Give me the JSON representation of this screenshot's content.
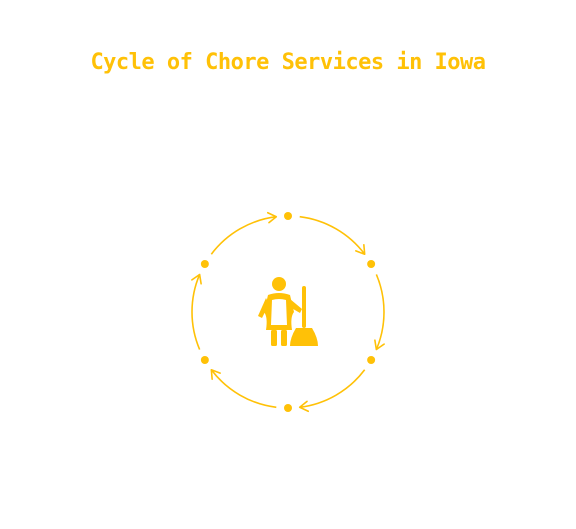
{
  "title": "Cycle of Chore Services in Iowa",
  "colors": {
    "accent": "#FFC107",
    "background": "#FFFFFF"
  },
  "diagram": {
    "type": "cycle",
    "node_count": 6,
    "direction": "clockwise",
    "center_icon": "housekeeper-with-broom-icon"
  }
}
